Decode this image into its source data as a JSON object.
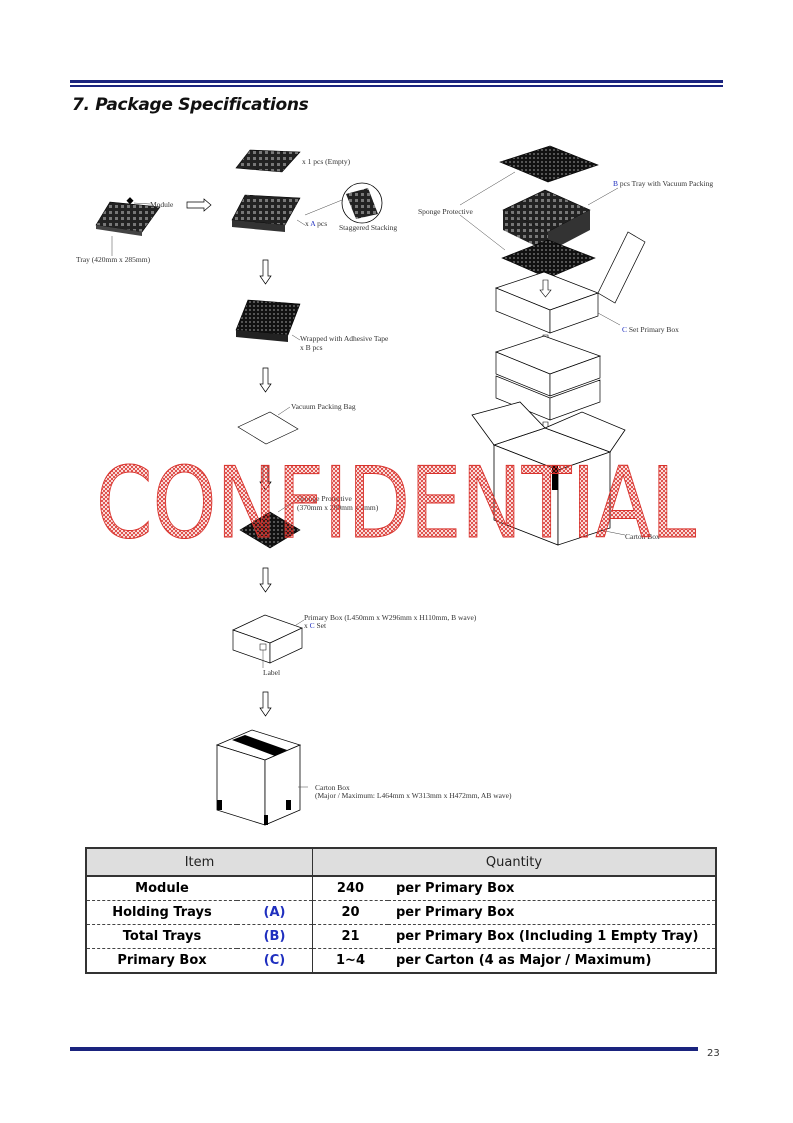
{
  "section_title": "7. Package Specifications",
  "labels": {
    "empty_tray": "x 1 pcs (Empty)",
    "module": "Module",
    "x_prefix": "x",
    "a_code": "A",
    "pcs": "pcs",
    "staggered": "Staggered Stacking",
    "tray": "Tray (420mm x 285mm)",
    "wrapped": "Wrapped with Adhesive Tape",
    "x_b_pcs": "x B pcs",
    "vacuum_bag": "Vacuum Packing Bag",
    "sponge_protective_1": "Sponge Protective",
    "sponge_size": "(370mm x 280mm x 2mm)",
    "primary_box": "Primary Box (L450mm x W296mm x H110mm, B wave)",
    "c_code": "C",
    "set": "Set",
    "label": "Label",
    "carton_box": "Carton Box",
    "carton_spec": "(Major / Maximum: L464mm x W313mm x H472mm, AB wave)",
    "b_code": "B",
    "pcs_tray_vacuum": "pcs Tray with Vacuum Packing",
    "sponge_protective_2": "Sponge Protective",
    "set_primary_box": "Set Primary Box",
    "carton_box_right": "Carton Box"
  },
  "watermark": "CONFIDENTIAL",
  "table": {
    "headers": {
      "item": "Item",
      "quantity": "Quantity"
    },
    "rows": [
      {
        "item": "Module",
        "code": "",
        "qty": "240",
        "desc": "per Primary Box"
      },
      {
        "item": "Holding Trays",
        "code": "(A)",
        "qty": "20",
        "desc": "per Primary Box"
      },
      {
        "item": "Total Trays",
        "code": "(B)",
        "qty": "21",
        "desc": "per Primary Box (Including 1 Empty Tray)"
      },
      {
        "item": "Primary Box",
        "code": "(C)",
        "qty": "1~4",
        "desc": "per Carton (4 as Major / Maximum)"
      }
    ]
  },
  "page_number": "23",
  "colors": {
    "rule": "#1a237e",
    "code_blue": "#1f2fbf",
    "watermark_red": "#d9322c"
  }
}
